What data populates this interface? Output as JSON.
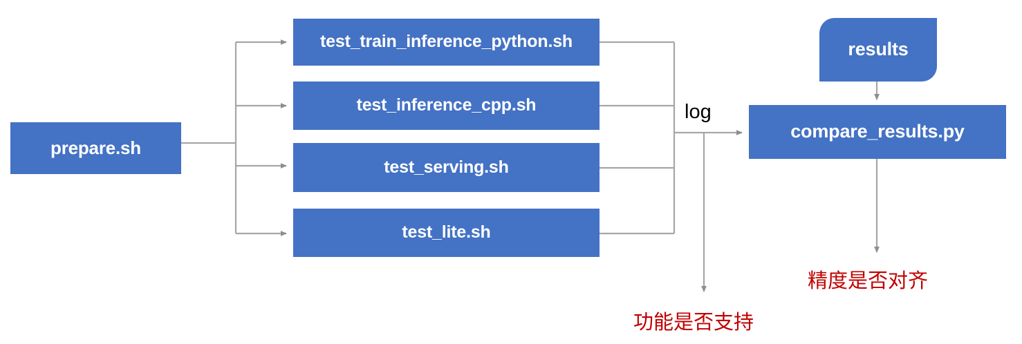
{
  "diagram": {
    "title": "PaddlePaddle TIPC test pipeline flowchart",
    "colors": {
      "node_fill": "#4472C4",
      "node_text": "#FFFFFF",
      "connector": "#A6A6A6",
      "caption_red": "#C00000",
      "label_black": "#000000",
      "background": "#FFFFFF"
    },
    "nodes": [
      {
        "id": "prepare",
        "label": "prepare.sh",
        "shape": "rect"
      },
      {
        "id": "train",
        "label": "test_train_inference_python.sh",
        "shape": "rect"
      },
      {
        "id": "cpp",
        "label": "test_inference_cpp.sh",
        "shape": "rect"
      },
      {
        "id": "serving",
        "label": "test_serving.sh",
        "shape": "rect"
      },
      {
        "id": "lite",
        "label": "test_lite.sh",
        "shape": "rect"
      },
      {
        "id": "results",
        "label": "results",
        "shape": "rounded-diagonal-rect"
      },
      {
        "id": "compare",
        "label": "compare_results.py",
        "shape": "rect"
      }
    ],
    "edge_labels": [
      {
        "id": "log",
        "label": "log"
      }
    ],
    "captions": [
      {
        "id": "function",
        "label": "功能是否支持"
      },
      {
        "id": "accuracy",
        "label": "精度是否对齐"
      }
    ],
    "edges": [
      {
        "from": "prepare",
        "to": "train",
        "label": ""
      },
      {
        "from": "prepare",
        "to": "cpp",
        "label": ""
      },
      {
        "from": "prepare",
        "to": "serving",
        "label": ""
      },
      {
        "from": "prepare",
        "to": "lite",
        "label": ""
      },
      {
        "from": "train",
        "to": "compare",
        "label": "log"
      },
      {
        "from": "cpp",
        "to": "compare",
        "label": "log"
      },
      {
        "from": "serving",
        "to": "compare",
        "label": "log"
      },
      {
        "from": "lite",
        "to": "compare",
        "label": "log"
      },
      {
        "from": "results",
        "to": "compare",
        "label": ""
      },
      {
        "from": "merge",
        "to": "function-caption",
        "label": ""
      },
      {
        "from": "compare",
        "to": "accuracy-caption",
        "label": ""
      }
    ]
  }
}
